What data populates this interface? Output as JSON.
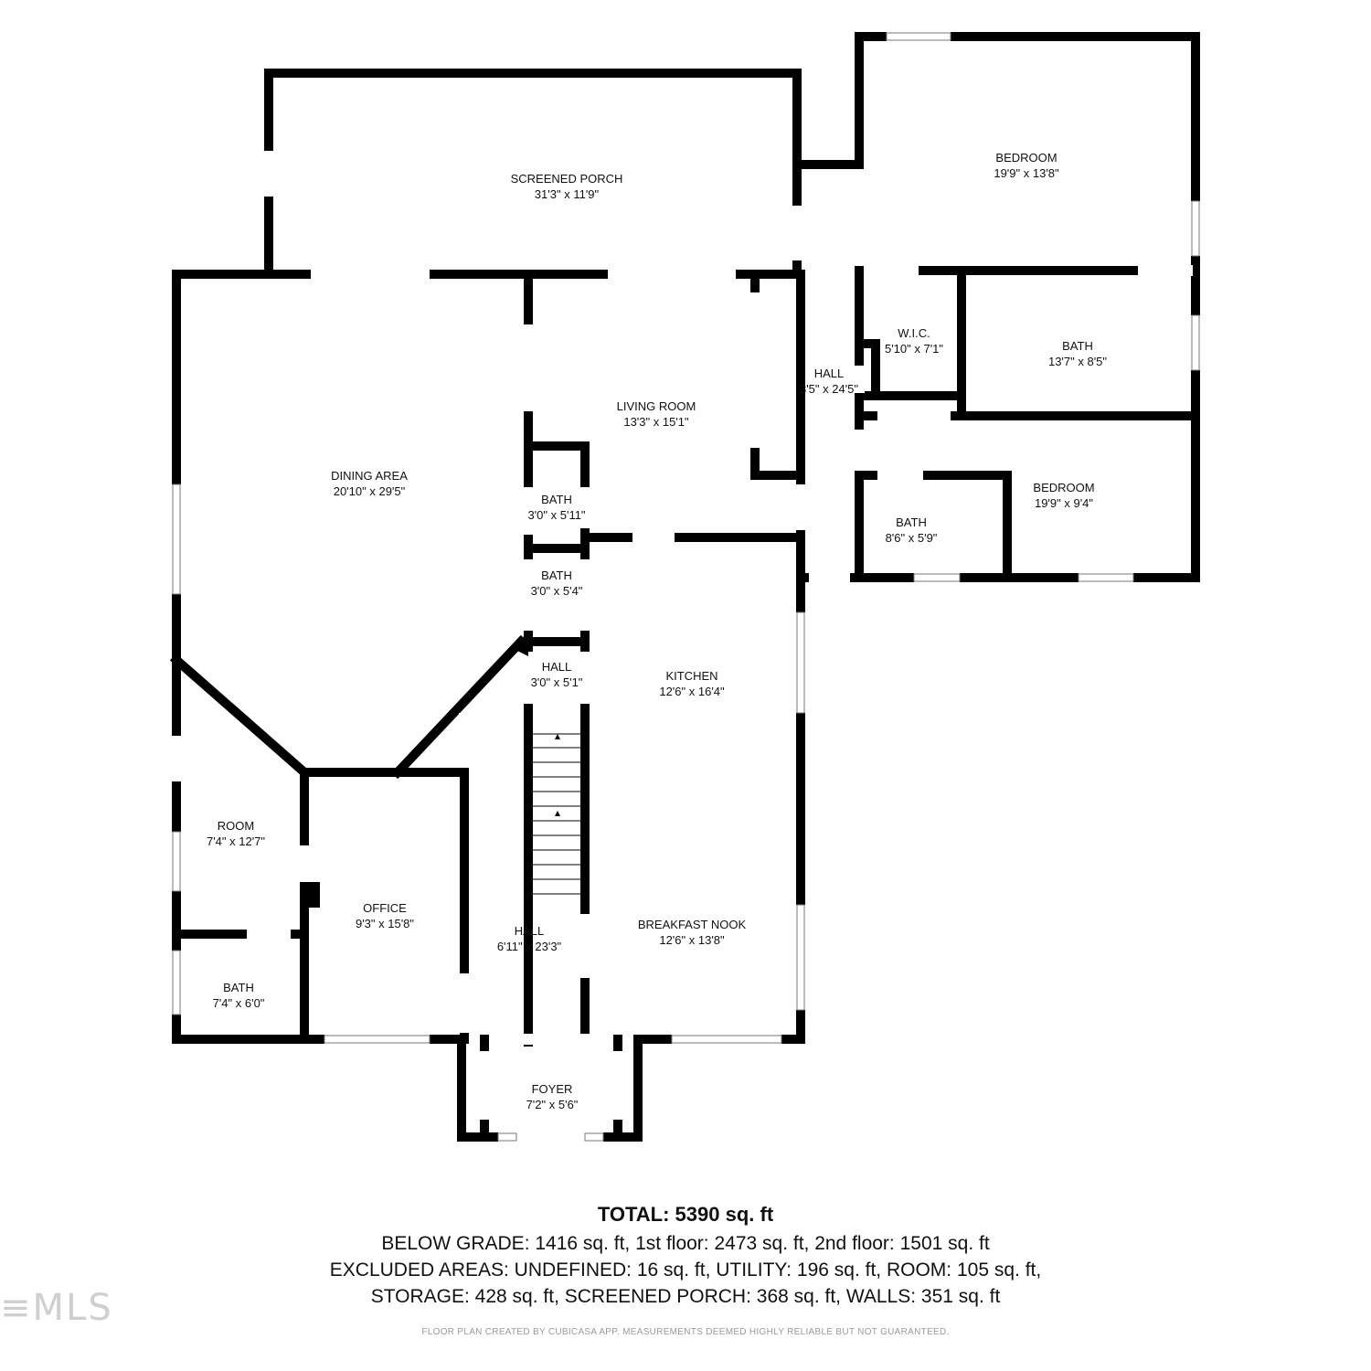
{
  "rooms": {
    "screened_porch": {
      "name": "SCREENED PORCH",
      "dims": "31'3\" x 11'9\""
    },
    "bedroom_1": {
      "name": "BEDROOM",
      "dims": "19'9\" x 13'8\""
    },
    "wic": {
      "name": "W.I.C.",
      "dims": "5'10\" x 7'1\""
    },
    "bath_master": {
      "name": "BATH",
      "dims": "13'7\" x 8'5\""
    },
    "hall_right": {
      "name": "HALL",
      "dims": "3'5\" x 24'5\""
    },
    "living_room": {
      "name": "LIVING ROOM",
      "dims": "13'3\" x 15'1\""
    },
    "dining_area": {
      "name": "DINING AREA",
      "dims": "20'10\" x 29'5\""
    },
    "bedroom_2": {
      "name": "BEDROOM",
      "dims": "19'9\" x 9'4\""
    },
    "bath_right": {
      "name": "BATH",
      "dims": "8'6\" x 5'9\""
    },
    "bath_a": {
      "name": "BATH",
      "dims": "3'0\" x 5'11\""
    },
    "bath_b": {
      "name": "BATH",
      "dims": "3'0\" x 5'4\""
    },
    "hall_small": {
      "name": "HALL",
      "dims": "3'0\" x 5'1\""
    },
    "kitchen": {
      "name": "KITCHEN",
      "dims": "12'6\" x 16'4\""
    },
    "room": {
      "name": "ROOM",
      "dims": "7'4\" x 12'7\""
    },
    "office": {
      "name": "OFFICE",
      "dims": "9'3\" x 15'8\""
    },
    "hall_main": {
      "name": "HALL",
      "dims": "6'11\" x 23'3\""
    },
    "breakfast_nook": {
      "name": "BREAKFAST NOOK",
      "dims": "12'6\" x 13'8\""
    },
    "bath_left": {
      "name": "BATH",
      "dims": "7'4\" x 6'0\""
    },
    "foyer": {
      "name": "FOYER",
      "dims": "7'2\" x 5'6\""
    }
  },
  "summary": {
    "total": "TOTAL: 5390 sq. ft",
    "line1": "BELOW GRADE: 1416 sq. ft, 1st floor: 2473 sq. ft, 2nd floor: 1501 sq. ft",
    "line2": "EXCLUDED AREAS: UNDEFINED: 16 sq. ft, UTILITY: 196 sq. ft, ROOM: 105 sq. ft,",
    "line3": "STORAGE: 428 sq. ft, SCREENED PORCH: 368 sq. ft, WALLS: 351 sq. ft"
  },
  "credit": "FLOOR PLAN CREATED BY CUBICASA APP. MEASUREMENTS DEEMED HIGHLY RELIABLE BUT NOT GUARANTEED.",
  "logo_text": "≡MLS",
  "colors": {
    "wall": "#000000",
    "window": "#ffffff",
    "background": "#ffffff"
  }
}
